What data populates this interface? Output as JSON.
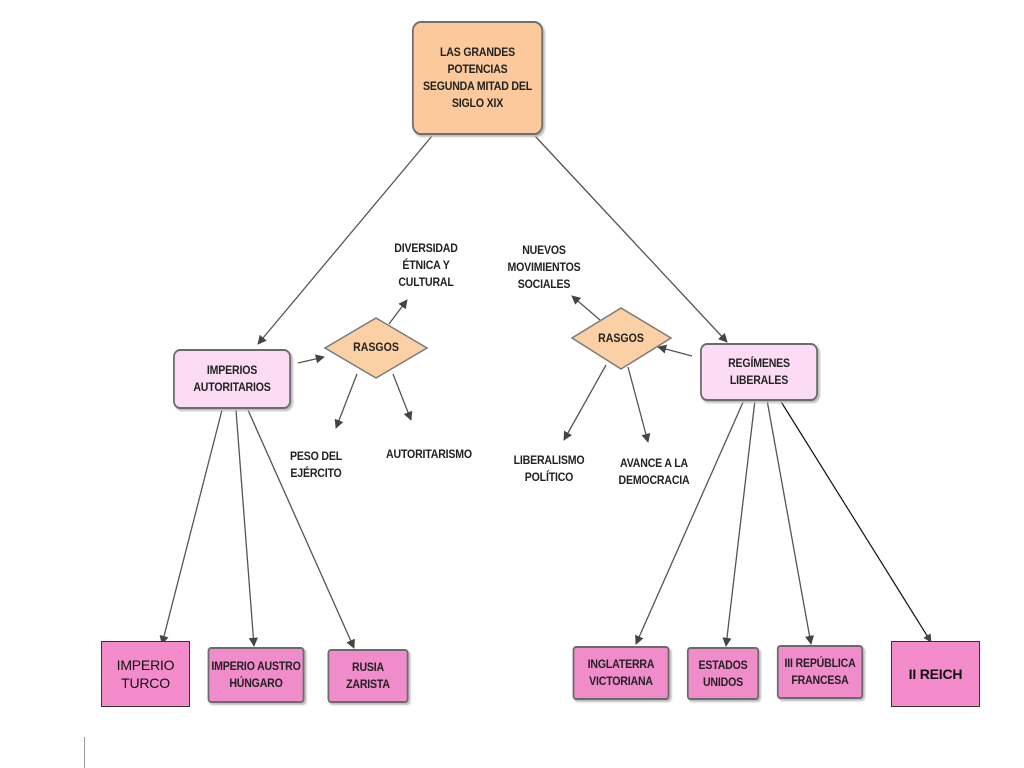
{
  "diagram": {
    "root": {
      "label": "LAS GRANDES\nPOTENCIAS\nSEGUNDA MITAD DEL\nSIGLO XIX"
    },
    "left_branch": {
      "label": "IMPERIOS\nAUTORITARIOS",
      "features_label": "RASGOS",
      "features": [
        "DIVERSIDAD\nÉTNICA Y\nCULTURAL",
        "PESO DEL\nEJÉRCITO",
        "AUTORITARISMO"
      ],
      "members": [
        "IMPERIO\nTURCO",
        "IMPERIO AUSTRO\nHÚNGARO",
        "RUSIA ZARISTA"
      ]
    },
    "right_branch": {
      "label": "REGÍMENES\nLIBERALES",
      "features_label": "RASGOS",
      "features": [
        "NUEVOS\nMOVIMIENTOS\nSOCIALES",
        "LIBERALISMO\nPOLÍTICO",
        "AVANCE A LA\nDEMOCRACIA"
      ],
      "members": [
        "INGLATERRA\nVICTORIANA",
        "ESTADOS\nUNIDOS",
        "III REPÚBLICA\nFRANCESA",
        "II REICH"
      ]
    },
    "colors": {
      "root_fill": "#fbc99b",
      "diamond_fill": "#fbd0a4",
      "branch_fill": "#fbdcf4",
      "leaf_fill": "#f08cca",
      "line": "#444444"
    }
  }
}
